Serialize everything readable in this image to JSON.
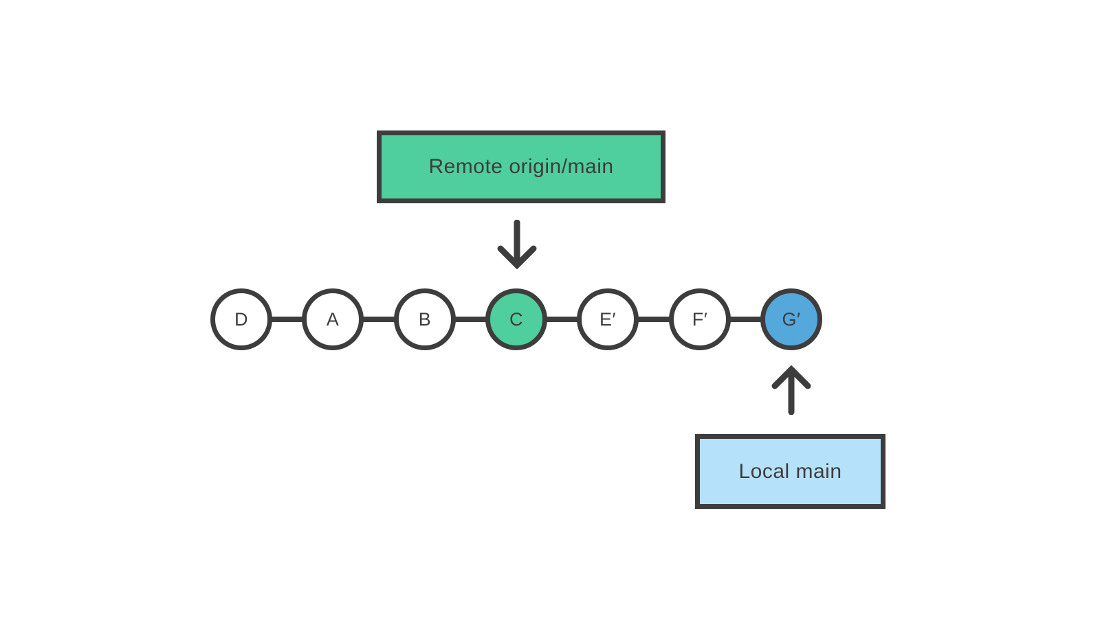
{
  "colors": {
    "outline_dark": "#3D3D3D",
    "remote_green": "#4FCE9E",
    "local_light_blue": "#B5E1FB",
    "head_blue": "#55A8DC",
    "node_white": "#FFFFFF",
    "background": "#FFFFFF"
  },
  "remote_branch_label": {
    "text": "Remote origin/main"
  },
  "local_branch_label": {
    "text": "Local main"
  },
  "commits": [
    {
      "label": "D",
      "fill": "#FFFFFF"
    },
    {
      "label": "A",
      "fill": "#FFFFFF"
    },
    {
      "label": "B",
      "fill": "#FFFFFF"
    },
    {
      "label": "C",
      "fill": "#4FCE9E"
    },
    {
      "label": "E′",
      "fill": "#FFFFFF"
    },
    {
      "label": "F′",
      "fill": "#FFFFFF"
    },
    {
      "label": "G′",
      "fill": "#55A8DC"
    }
  ],
  "icons": {
    "arrow_down": "arrow-down-icon",
    "arrow_up": "arrow-up-icon"
  }
}
